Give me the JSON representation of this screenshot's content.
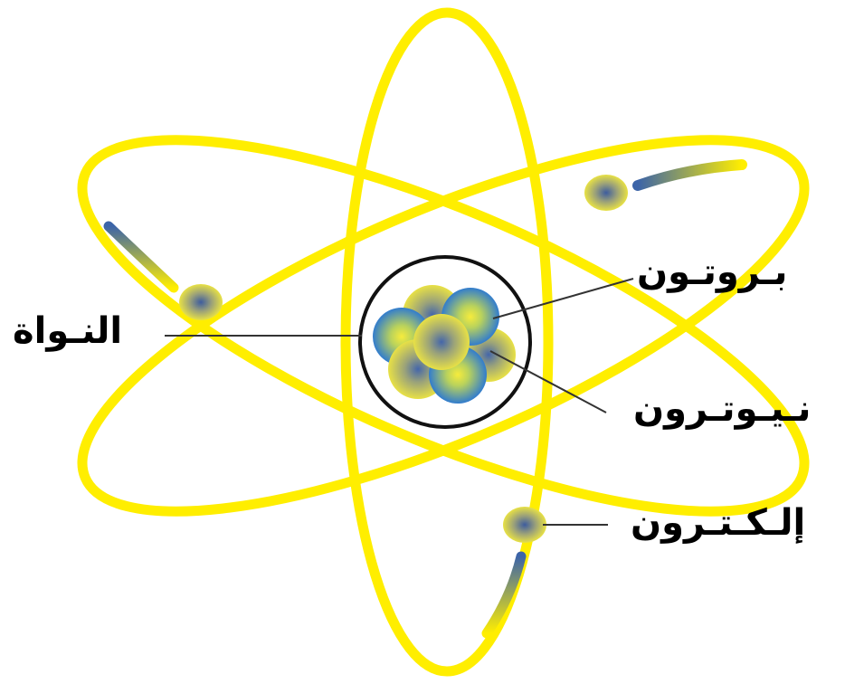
{
  "labels": {
    "nucleus": "النـواة",
    "proton": "بـروتـون",
    "neutron": "نـيـوتـرون",
    "electron": "إلـكـتـرون"
  },
  "colors": {
    "orbit": "#ffee00",
    "particle_blue": "#1e73e0",
    "particle_yellow": "#f4e83a",
    "electron_trail": "#3c64a8",
    "leader_line": "#333333",
    "nucleus_ring": "#111111"
  }
}
